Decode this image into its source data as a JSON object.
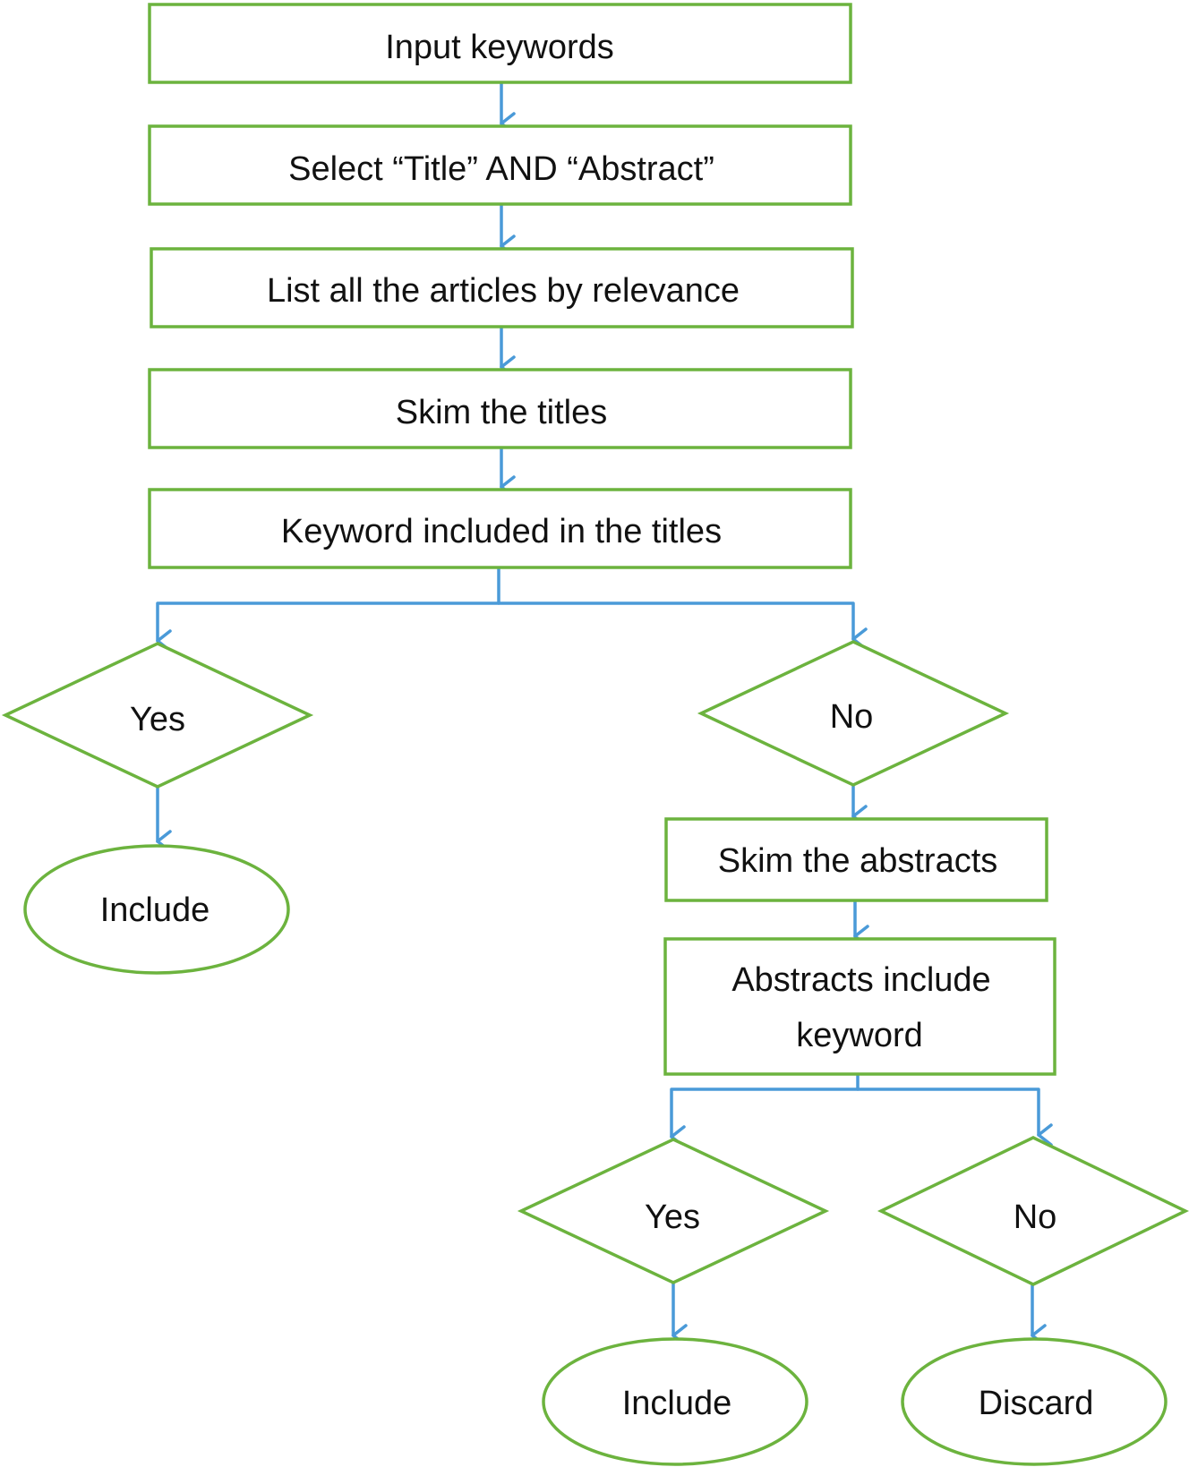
{
  "diagram": {
    "colors": {
      "node_border": "#6cb33e",
      "arrow": "#4a9ad8",
      "text": "#111111",
      "background": "#ffffff"
    },
    "nodes": {
      "input_keywords": "Input keywords",
      "select_title_abstract": "Select “Title” AND “Abstract”",
      "list_articles": "List all the articles by relevance",
      "skim_titles": "Skim the titles",
      "keyword_in_titles": "Keyword included in the titles",
      "titles_yes": "Yes",
      "titles_no": "No",
      "include_1": "Include",
      "skim_abstracts": "Skim the abstracts",
      "abstracts_include_line1": "Abstracts include",
      "abstracts_include_line2": "keyword",
      "abstracts_yes": "Yes",
      "abstracts_no": "No",
      "include_2": "Include",
      "discard": "Discard"
    },
    "edges": [
      [
        "input_keywords",
        "select_title_abstract"
      ],
      [
        "select_title_abstract",
        "list_articles"
      ],
      [
        "list_articles",
        "skim_titles"
      ],
      [
        "skim_titles",
        "keyword_in_titles"
      ],
      [
        "keyword_in_titles",
        "titles_yes"
      ],
      [
        "keyword_in_titles",
        "titles_no"
      ],
      [
        "titles_yes",
        "include_1"
      ],
      [
        "titles_no",
        "skim_abstracts"
      ],
      [
        "skim_abstracts",
        "abstracts_include"
      ],
      [
        "abstracts_include",
        "abstracts_yes"
      ],
      [
        "abstracts_include",
        "abstracts_no"
      ],
      [
        "abstracts_yes",
        "include_2"
      ],
      [
        "abstracts_no",
        "discard"
      ]
    ]
  }
}
